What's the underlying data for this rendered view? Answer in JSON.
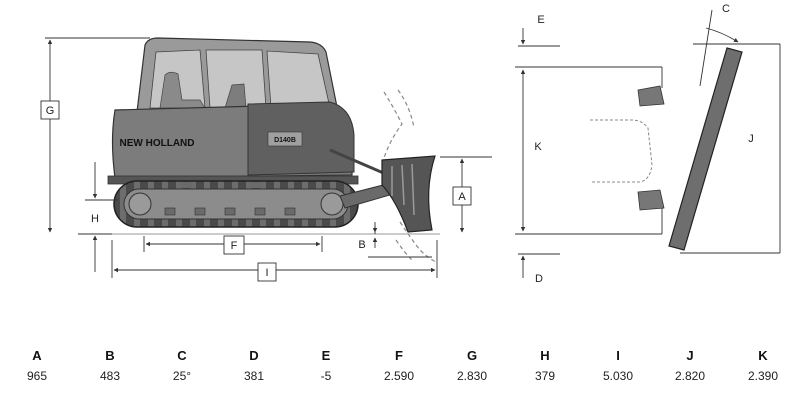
{
  "diagram": {
    "brand": "NEW HOLLAND",
    "model": "D140B",
    "labels": {
      "A": "A",
      "B": "B",
      "C": "C",
      "D": "D",
      "E": "E",
      "F": "F",
      "G": "G",
      "H": "H",
      "I": "I",
      "J": "J",
      "K": "K"
    }
  },
  "specs": [
    {
      "label": "A",
      "value": "965"
    },
    {
      "label": "B",
      "value": "483"
    },
    {
      "label": "C",
      "value": "25°"
    },
    {
      "label": "D",
      "value": "381"
    },
    {
      "label": "E",
      "value": "-5"
    },
    {
      "label": "F",
      "value": "2.590"
    },
    {
      "label": "G",
      "value": "2.830"
    },
    {
      "label": "H",
      "value": "379"
    },
    {
      "label": "I",
      "value": "5.030"
    },
    {
      "label": "J",
      "value": "2.820"
    },
    {
      "label": "K",
      "value": "2.390"
    }
  ]
}
